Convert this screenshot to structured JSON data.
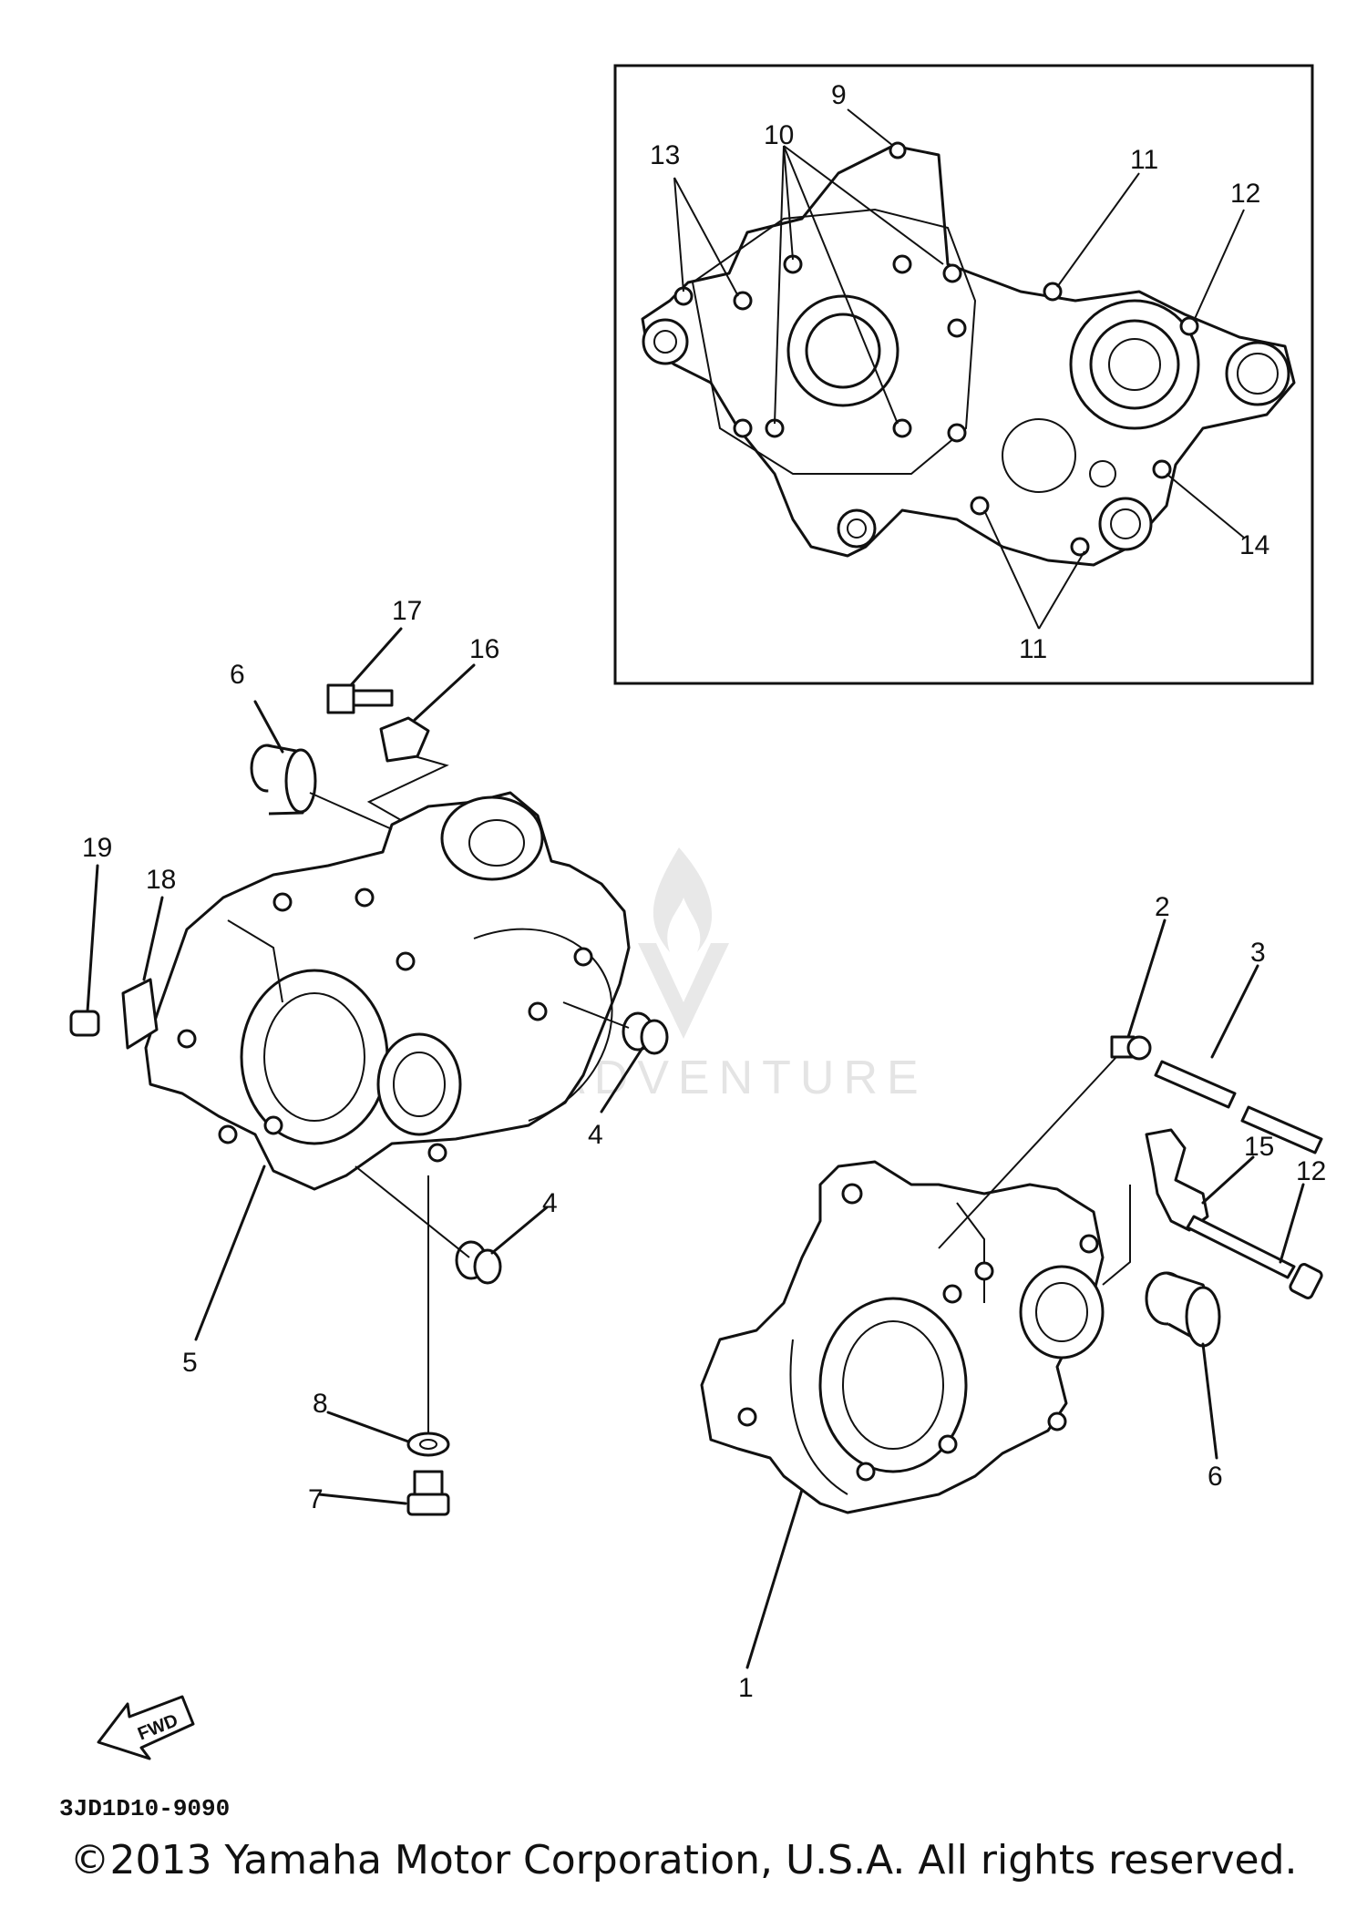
{
  "watermark": {
    "text": "BADVENTURE"
  },
  "diagram_code": "3JD1D10-9090",
  "fwd_label": "FWD",
  "copyright": "©2013 Yamaha Motor Corporation, U.S.A. All rights reserved.",
  "callouts": {
    "c1": "1",
    "c2": "2",
    "c3": "3",
    "c4a": "4",
    "c4b": "4",
    "c5": "5",
    "c6a": "6",
    "c6b": "6",
    "c7": "7",
    "c8": "8",
    "c9": "9",
    "c10": "10",
    "c11a": "11",
    "c11b": "11",
    "c12a": "12",
    "c12b": "12",
    "c13": "13",
    "c14": "14",
    "c15": "15",
    "c16": "16",
    "c17": "17",
    "c18": "18",
    "c19": "19"
  }
}
